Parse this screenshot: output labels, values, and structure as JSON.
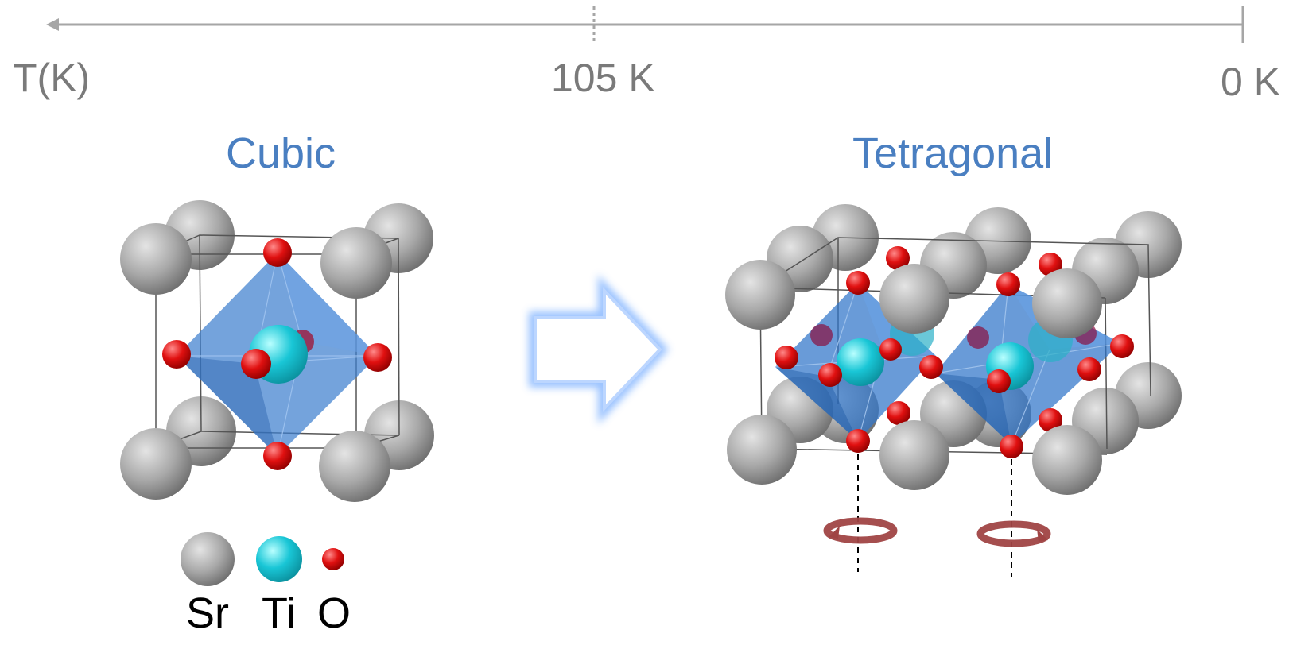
{
  "axis": {
    "label": "T(K)",
    "transition": "105 K",
    "end": "0 K"
  },
  "phases": {
    "left": "Cubic",
    "right": "Tetragonal"
  },
  "legend": [
    {
      "element": "Sr",
      "color": "#9a9a9a"
    },
    {
      "element": "Ti",
      "color": "#19c6d6"
    },
    {
      "element": "O",
      "color": "#e01010"
    }
  ],
  "colors": {
    "axis": "#a6a6a6",
    "octahedron": "#3f7fcf",
    "rotation_arrow": "#a04444",
    "transition_arrow": "#9cc3ff"
  }
}
